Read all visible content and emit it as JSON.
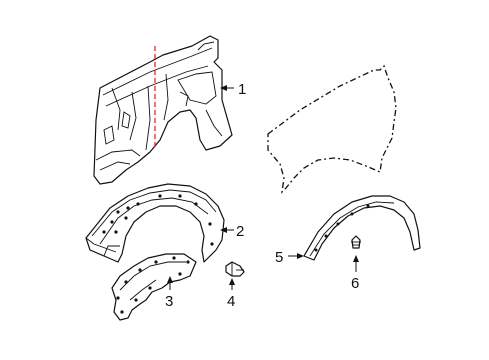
{
  "diagram": {
    "callouts": [
      {
        "id": "1",
        "label": "1"
      },
      {
        "id": "2",
        "label": "2"
      },
      {
        "id": "3",
        "label": "3"
      },
      {
        "id": "4",
        "label": "4"
      },
      {
        "id": "5",
        "label": "5"
      },
      {
        "id": "6",
        "label": "6"
      }
    ],
    "colors": {
      "line": "#111111",
      "cut_line": "#e0282e",
      "background": "#ffffff"
    }
  }
}
